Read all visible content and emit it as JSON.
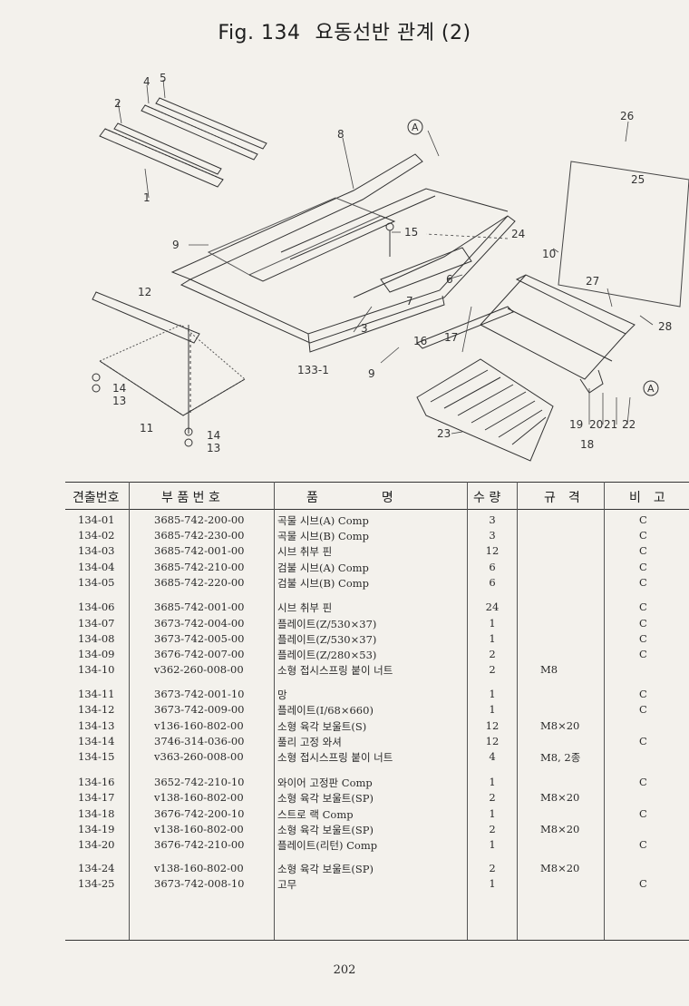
{
  "figure": {
    "label": "Fig. 134",
    "title": "요동선반 관계 (2)"
  },
  "callouts": [
    "1",
    "2",
    "3",
    "4",
    "5",
    "6",
    "7",
    "8",
    "9",
    "9",
    "10",
    "11",
    "12",
    "13",
    "13",
    "14",
    "14",
    "15",
    "16",
    "17",
    "18",
    "19",
    "20",
    "21",
    "22",
    "23",
    "24",
    "25",
    "26",
    "27",
    "28",
    "133-1",
    "A",
    "A"
  ],
  "table": {
    "headers": [
      "견출번호",
      "부 품 번 호",
      "품　　　　　명",
      "수 량",
      "규　격",
      "비　고"
    ],
    "rows": [
      {
        "no": "134-01",
        "part": "3685-742-200-00",
        "name": "곡물 시브(A) Comp",
        "qty": "3",
        "spec": "",
        "note": "C"
      },
      {
        "no": "134-02",
        "part": "3685-742-230-00",
        "name": "곡물 시브(B) Comp",
        "qty": "3",
        "spec": "",
        "note": "C"
      },
      {
        "no": "134-03",
        "part": "3685-742-001-00",
        "name": "시브 취부 핀",
        "qty": "12",
        "spec": "",
        "note": "C"
      },
      {
        "no": "134-04",
        "part": "3685-742-210-00",
        "name": "검불 시브(A) Comp",
        "qty": "6",
        "spec": "",
        "note": "C"
      },
      {
        "no": "134-05",
        "part": "3685-742-220-00",
        "name": "검불 시브(B) Comp",
        "qty": "6",
        "spec": "",
        "note": "C"
      },
      {
        "no": "134-06",
        "part": "3685-742-001-00",
        "name": "시브 취부 핀",
        "qty": "24",
        "spec": "",
        "note": "C"
      },
      {
        "no": "134-07",
        "part": "3673-742-004-00",
        "name": "플레이트(Z/530×37)",
        "qty": "1",
        "spec": "",
        "note": "C"
      },
      {
        "no": "134-08",
        "part": "3673-742-005-00",
        "name": "플레이트(Z/530×37)",
        "qty": "1",
        "spec": "",
        "note": "C"
      },
      {
        "no": "134-09",
        "part": "3676-742-007-00",
        "name": "플레이트(Z/280×53)",
        "qty": "2",
        "spec": "",
        "note": "C"
      },
      {
        "no": "134-10",
        "part": "v362-260-008-00",
        "name": "소형 접시스프링 붙이 너트",
        "qty": "2",
        "spec": "M8",
        "note": ""
      },
      {
        "no": "134-11",
        "part": "3673-742-001-10",
        "name": "망",
        "qty": "1",
        "spec": "",
        "note": "C"
      },
      {
        "no": "134-12",
        "part": "3673-742-009-00",
        "name": "플레이트(I/68×660)",
        "qty": "1",
        "spec": "",
        "note": "C"
      },
      {
        "no": "134-13",
        "part": "v136-160-802-00",
        "name": "소형 육각 보울트(S)",
        "qty": "12",
        "spec": "M8×20",
        "note": ""
      },
      {
        "no": "134-14",
        "part": "3746-314-036-00",
        "name": "풀리 고정 와셔",
        "qty": "12",
        "spec": "",
        "note": "C"
      },
      {
        "no": "134-15",
        "part": "v363-260-008-00",
        "name": "소형 접시스프링 붙이 너트",
        "qty": "4",
        "spec": "M8, 2종",
        "note": ""
      },
      {
        "no": "134-16",
        "part": "3652-742-210-10",
        "name": "와이어 고정판 Comp",
        "qty": "1",
        "spec": "",
        "note": "C"
      },
      {
        "no": "134-17",
        "part": "v138-160-802-00",
        "name": "소형 육각 보울트(SP)",
        "qty": "2",
        "spec": "M8×20",
        "note": ""
      },
      {
        "no": "134-18",
        "part": "3676-742-200-10",
        "name": "스트로 랙 Comp",
        "qty": "1",
        "spec": "",
        "note": "C"
      },
      {
        "no": "134-19",
        "part": "v138-160-802-00",
        "name": "소형 육각 보울트(SP)",
        "qty": "2",
        "spec": "M8×20",
        "note": ""
      },
      {
        "no": "134-20",
        "part": "3676-742-210-00",
        "name": "플레이트(리턴) Comp",
        "qty": "1",
        "spec": "",
        "note": "C"
      },
      {
        "no": "134-24",
        "part": "v138-160-802-00",
        "name": "소형 육각 보울트(SP)",
        "qty": "2",
        "spec": "M8×20",
        "note": ""
      },
      {
        "no": "134-25",
        "part": "3673-742-008-10",
        "name": "고무",
        "qty": "1",
        "spec": "",
        "note": "C"
      }
    ]
  },
  "page_number": "202"
}
